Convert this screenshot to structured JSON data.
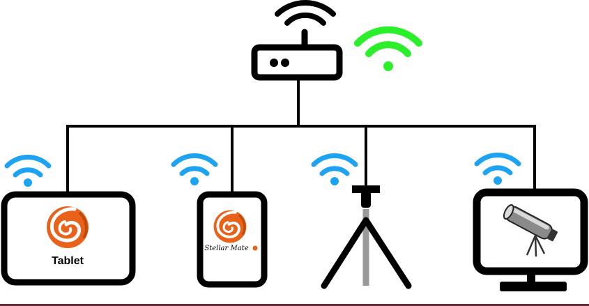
{
  "network": {
    "colors": {
      "lines": "#000000",
      "router_wifi": "#000000",
      "network_signal": "#2bef2b",
      "device_wifi": "#1ea3f2",
      "tripod_pole": "#9a9a9a",
      "logo_orange": "#e8621a",
      "logo_dark": "#c04a0c"
    },
    "router": {
      "icon": "router-icon"
    },
    "devices": [
      {
        "key": "tablet",
        "label": "Tablet",
        "icon": "stellarmate-logo-icon"
      },
      {
        "key": "phone",
        "label": "Stellar Mate",
        "icon": "stellarmate-logo-icon"
      },
      {
        "key": "mount",
        "icon": "tripod-mount-icon"
      },
      {
        "key": "monitor",
        "icon": "telescope-icon"
      }
    ]
  }
}
